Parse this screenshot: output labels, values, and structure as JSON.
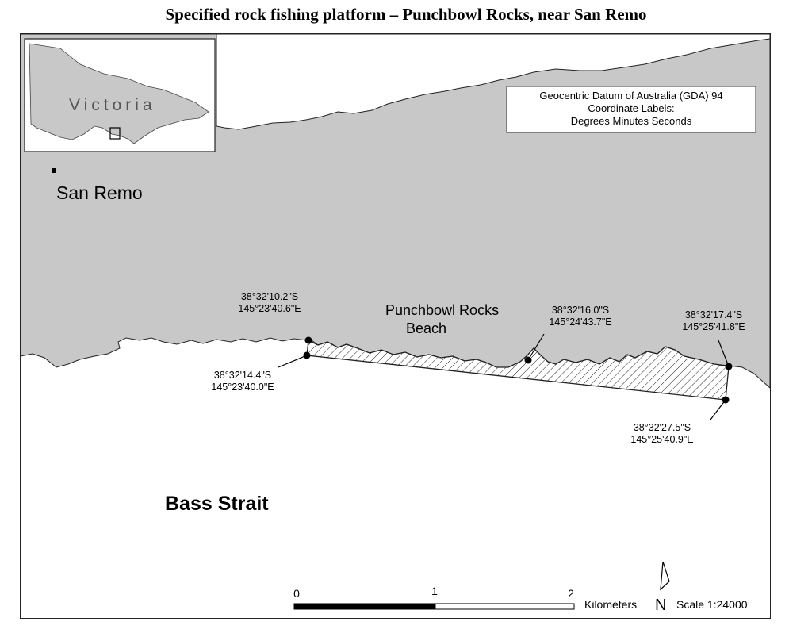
{
  "title": "Specified rock fishing platform – Punchbowl Rocks, near San Remo",
  "inset": {
    "label": "Victoria"
  },
  "datum_box": {
    "line1": "Geocentric Datum of Australia (GDA) 94",
    "line2": "Coordinate Labels:",
    "line3": "Degrees Minutes Seconds"
  },
  "places": {
    "san_remo": "San Remo",
    "punchbowl_line1": "Punchbowl Rocks",
    "punchbowl_line2": "Beach",
    "bass_strait": "Bass Strait"
  },
  "coordinates": {
    "nw": {
      "lat": "38°32'10.2\"S",
      "lon": "145°23'40.6\"E"
    },
    "sw": {
      "lat": "38°32'14.4\"S",
      "lon": "145°23'40.0\"E"
    },
    "mid": {
      "lat": "38°32'16.0\"S",
      "lon": "145°24'43.7\"E"
    },
    "ne": {
      "lat": "38°32'17.4\"S",
      "lon": "145°25'41.8\"E"
    },
    "se": {
      "lat": "38°32'27.5\"S",
      "lon": "145°25'40.9\"E"
    }
  },
  "scale_bar": {
    "tick_0": "0",
    "tick_1": "1",
    "tick_2": "2",
    "unit": "Kilometers",
    "scale_text": "Scale 1:24000"
  },
  "north_arrow": {
    "letter": "N"
  },
  "colors": {
    "land": "#c8c8c8",
    "sea": "#ffffff",
    "outline": "#222222"
  }
}
